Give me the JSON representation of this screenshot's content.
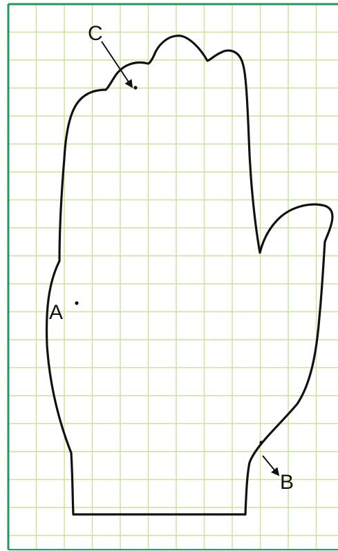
{
  "diagram": {
    "grid_color": "#c8e29a",
    "border_color": "#1f9a5a",
    "outline_color": "#111111",
    "points": [
      {
        "label": "A"
      },
      {
        "label": "B"
      },
      {
        "label": "C"
      }
    ]
  }
}
